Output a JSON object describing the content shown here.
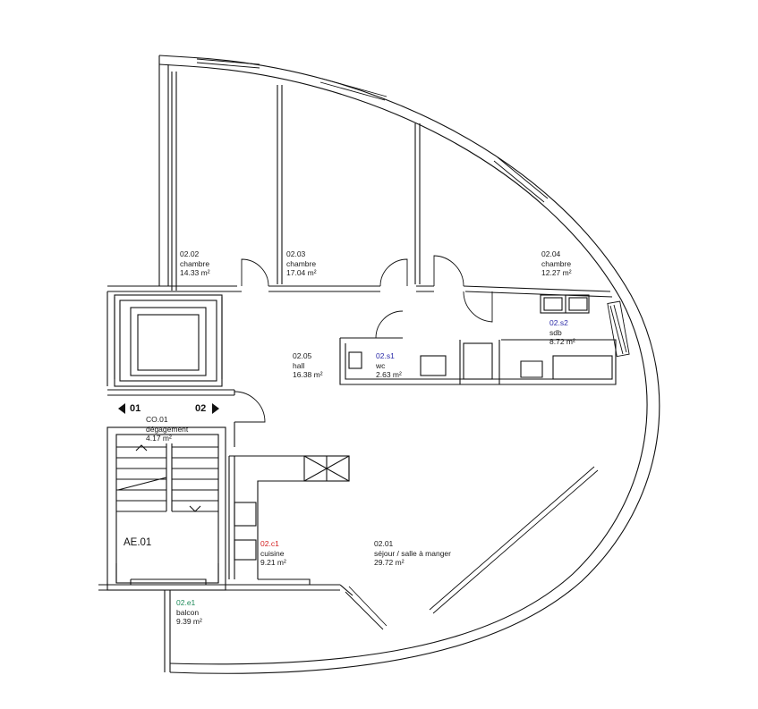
{
  "rooms": {
    "r0202": {
      "code": "02.02",
      "name": "chambre",
      "area": "14.33 m²",
      "color": "#1a1a1a"
    },
    "r0203": {
      "code": "02.03",
      "name": "chambre",
      "area": "17.04 m²",
      "color": "#1a1a1a"
    },
    "r0204": {
      "code": "02.04",
      "name": "chambre",
      "area": "12.27 m²",
      "color": "#1a1a1a"
    },
    "r02s2": {
      "code": "02.s2",
      "name": "sdb",
      "area": "8.72 m²",
      "color": "#2b2ba8"
    },
    "r0205": {
      "code": "02.05",
      "name": "hall",
      "area": "16.38 m²",
      "color": "#1a1a1a"
    },
    "r02s1": {
      "code": "02.s1",
      "name": "wc",
      "area": "2.63 m²",
      "color": "#2b2ba8"
    },
    "rco01": {
      "code": "CO.01",
      "name": "dégagement",
      "area": "4.17 m²",
      "color": "#1a1a1a"
    },
    "r02c1": {
      "code": "02.c1",
      "name": "cuisine",
      "area": "9.21 m²",
      "color": "#d42020"
    },
    "r0201": {
      "code": "02.01",
      "name": "séjour / salle à manger",
      "area": "29.72 m²",
      "color": "#1a1a1a"
    },
    "r02e1": {
      "code": "02.e1",
      "name": "balcon",
      "area": "9.39 m²",
      "color": "#1f8a5a"
    }
  },
  "stair": {
    "label": "AE.01"
  },
  "apartments": {
    "left": "01",
    "right": "02"
  }
}
